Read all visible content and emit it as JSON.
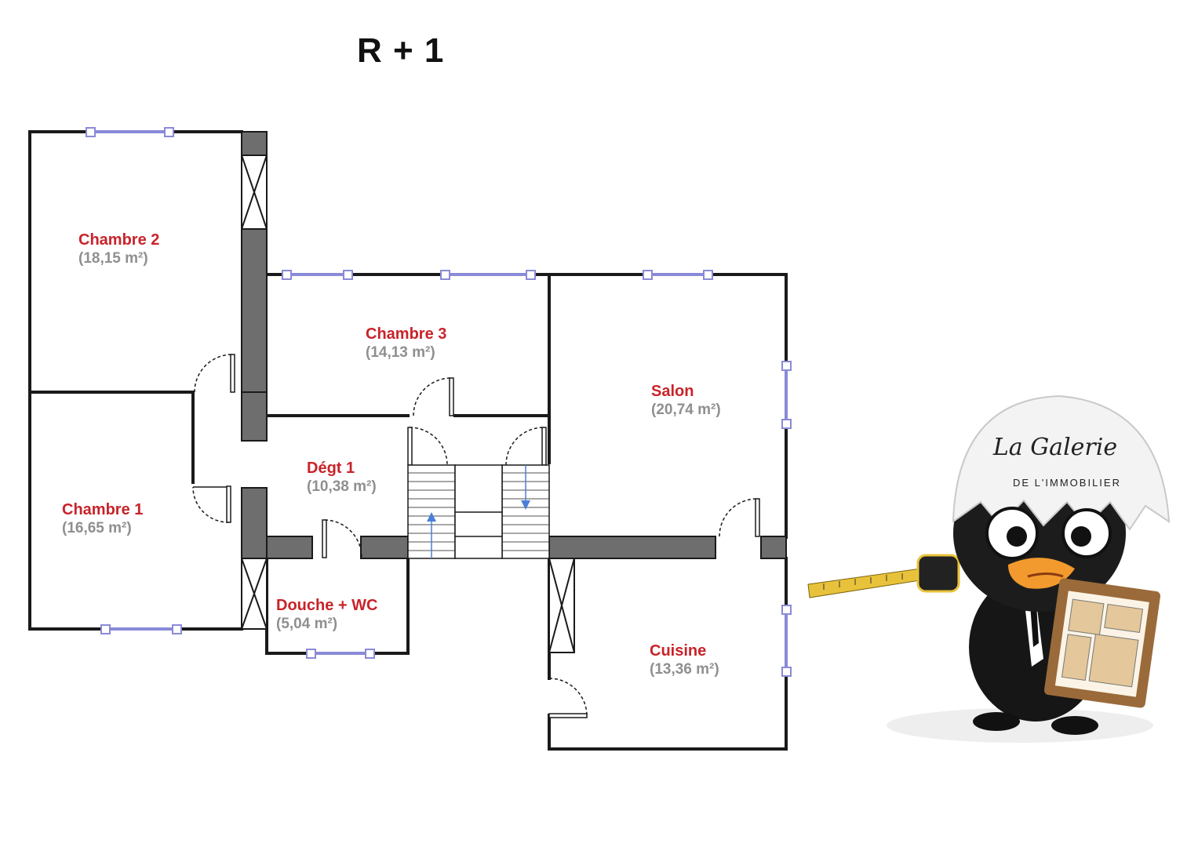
{
  "floor": {
    "title": "R + 1"
  },
  "rooms": [
    {
      "name": "Chambre 2",
      "area": "(18,15 m²)"
    },
    {
      "name": "Chambre 3",
      "area": "(14,13 m²)"
    },
    {
      "name": "Salon",
      "area": "(20,74 m²)"
    },
    {
      "name": "Dégt 1",
      "area": "(10,38 m²)"
    },
    {
      "name": "Chambre 1",
      "area": "(16,65 m²)"
    },
    {
      "name": "Douche + WC",
      "area": "(5,04 m²)"
    },
    {
      "name": "Cuisine",
      "area": "(13,36 m²)"
    }
  ],
  "logo": {
    "line1": "La Galerie",
    "line2": "DE L'IMMOBILIER"
  },
  "colors": {
    "wall": "#1a1a1a",
    "thick_wall": "#6e6e6e",
    "window": "#8a8ad8",
    "room_name": "#c8232a",
    "room_area": "#8f8f8f",
    "stair_arrow": "#4a7fd6"
  }
}
